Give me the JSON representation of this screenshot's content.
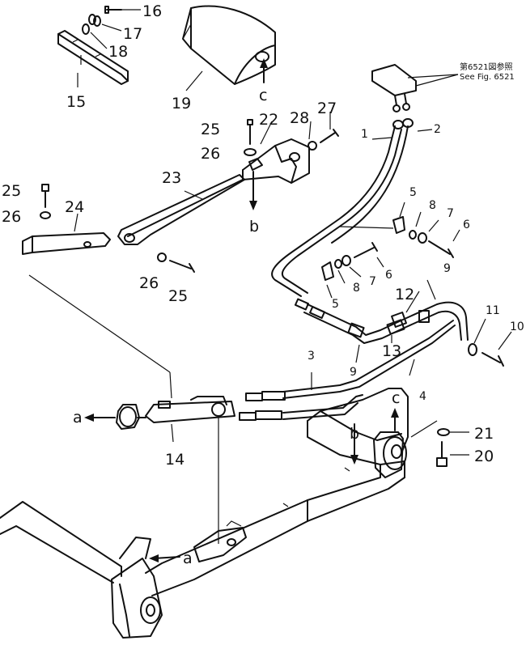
{
  "diagram": {
    "reference_note": {
      "line1": "第6521図参照",
      "line2": "See Fig. 6521"
    },
    "callouts": {
      "p1": "1",
      "p2": "2",
      "p3": "3",
      "p4": "4",
      "p5a": "5",
      "p5b": "5",
      "p6a": "6",
      "p6b": "6",
      "p7a": "7",
      "p7b": "7",
      "p8a": "8",
      "p8b": "8",
      "p9a": "9",
      "p9b": "9",
      "p10": "10",
      "p11": "11",
      "p12": "12",
      "p13": "13",
      "p14": "14",
      "p15": "15",
      "p16": "16",
      "p17": "17",
      "p18": "18",
      "p19": "19",
      "p20": "20",
      "p21": "21",
      "p22": "22",
      "p23": "23",
      "p24": "24",
      "p25a": "25",
      "p25b": "25",
      "p25c": "25",
      "p26a": "26",
      "p26b": "26",
      "p26c": "26",
      "p27": "27",
      "p28": "28"
    },
    "arrow_letters": {
      "a1": "a",
      "a2": "a",
      "b1": "b",
      "b2": "b",
      "c1": "c",
      "c2": "c"
    }
  }
}
